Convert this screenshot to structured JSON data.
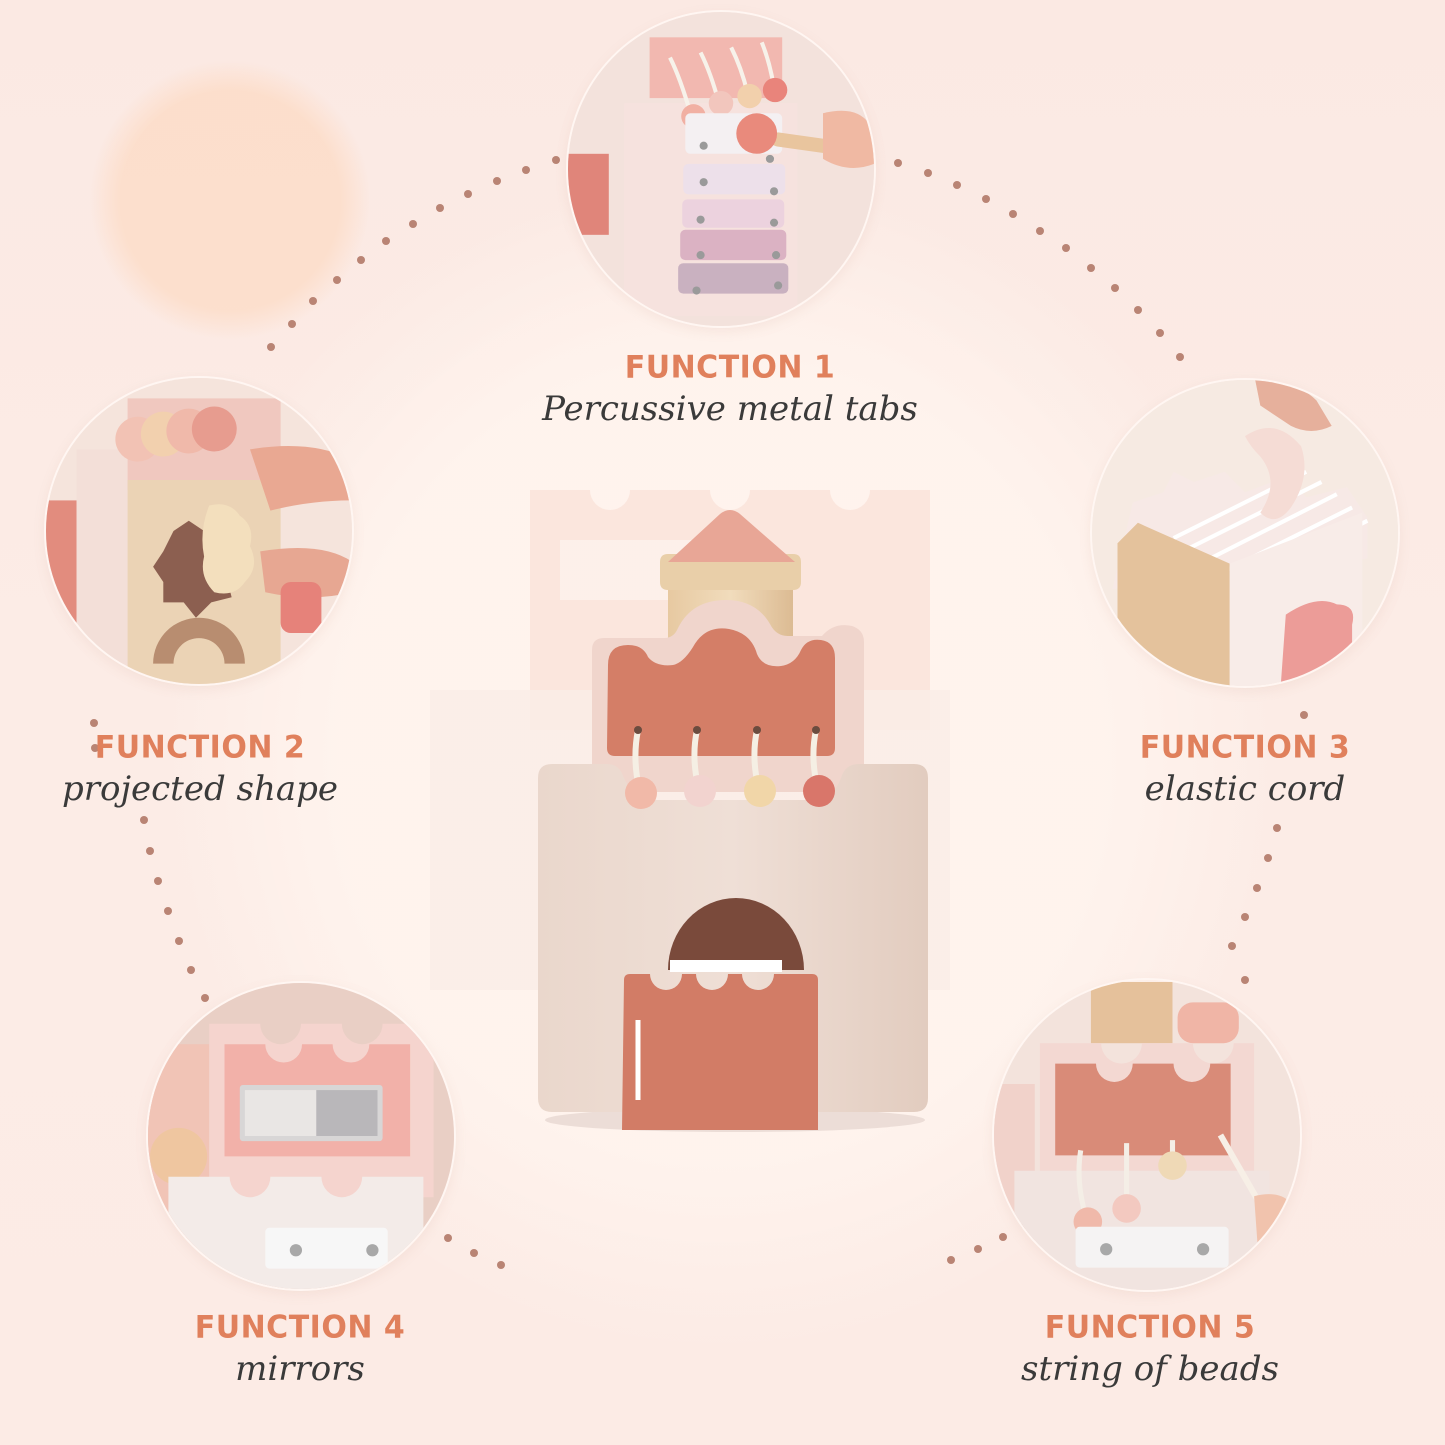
{
  "colors": {
    "background": "#fbeae4",
    "accent": "#e0805c",
    "text_dark": "#3a3a3a",
    "dot": "#b98474",
    "castle_pink": "#d37c66",
    "castle_cream": "#ecd9cf",
    "wood": "#e8c9a3"
  },
  "functions": [
    {
      "title": "FUNCTION 1",
      "description": "Percussive metal tabs",
      "photo": "xylophone-closeup"
    },
    {
      "title": "FUNCTION 2",
      "description": "projected shape",
      "photo": "shape-sorter-closeup"
    },
    {
      "title": "FUNCTION 3",
      "description": "elastic cord",
      "photo": "elastic-cord-closeup"
    },
    {
      "title": "FUNCTION 4",
      "description": "mirrors",
      "photo": "mirror-closeup"
    },
    {
      "title": "FUNCTION 5",
      "description": "string of beads",
      "photo": "beads-closeup"
    }
  ],
  "center_product": {
    "name": "wooden castle activity cube",
    "bead_colors": [
      "#f1b9a8",
      "#f2d3cf",
      "#f1d6a8",
      "#d9766a"
    ]
  }
}
